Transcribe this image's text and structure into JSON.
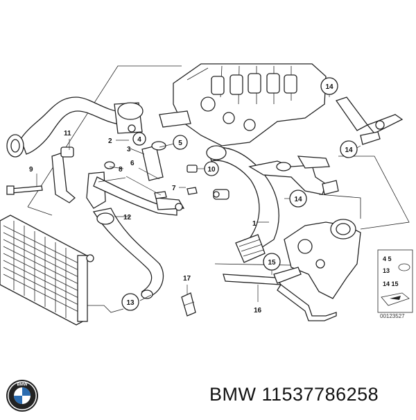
{
  "diagram": {
    "callouts_plain": [
      {
        "id": "1",
        "text": "1"
      },
      {
        "id": "2",
        "text": "2"
      },
      {
        "id": "3",
        "text": "3"
      },
      {
        "id": "6",
        "text": "6"
      },
      {
        "id": "7",
        "text": "7"
      },
      {
        "id": "8",
        "text": "8"
      },
      {
        "id": "9",
        "text": "9"
      },
      {
        "id": "11",
        "text": "11"
      },
      {
        "id": "12",
        "text": "12"
      },
      {
        "id": "16",
        "text": "16"
      },
      {
        "id": "17",
        "text": "17"
      }
    ],
    "callouts_circled": [
      {
        "id": "4",
        "text": "4"
      },
      {
        "id": "5",
        "text": "5"
      },
      {
        "id": "10",
        "text": "10"
      },
      {
        "id": "13",
        "text": "13"
      },
      {
        "id": "14a",
        "text": "14"
      },
      {
        "id": "14b",
        "text": "14"
      },
      {
        "id": "14c",
        "text": "14"
      },
      {
        "id": "15",
        "text": "15"
      }
    ],
    "ref_box": {
      "row1": "4  5",
      "row2": "13",
      "row3": "14  15",
      "image_id": "00123527"
    }
  },
  "footer": {
    "brand_logo": "BMW",
    "title": "BMW 11537786258"
  }
}
